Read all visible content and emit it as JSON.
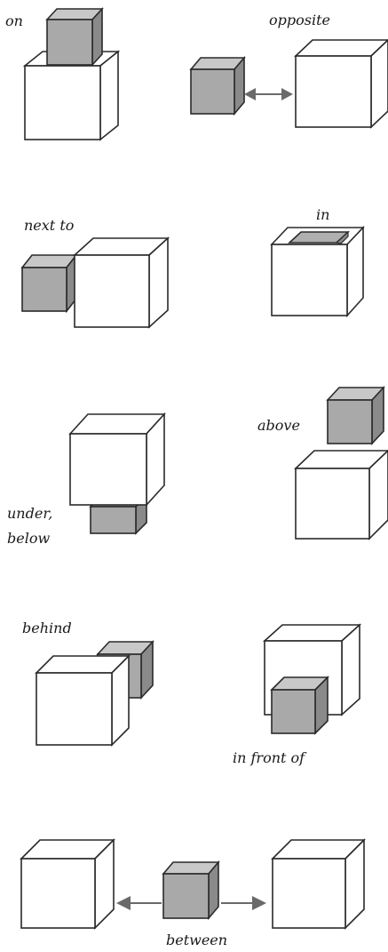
{
  "labels": {
    "on": "on",
    "opposite": "opposite",
    "next_to": "next to",
    "in": "in",
    "under_below_1": "under,",
    "under_below_2": "below",
    "above": "above",
    "behind": "behind",
    "in_front_of": "in front of",
    "between": "between"
  },
  "colors": {
    "line": "#2a2a2a",
    "white_face": "#ffffff",
    "gray_front": "#a9a9a9",
    "gray_top": "#c8c8c8",
    "gray_side": "#8a8a8a",
    "arrow": "#6a6a6a"
  }
}
